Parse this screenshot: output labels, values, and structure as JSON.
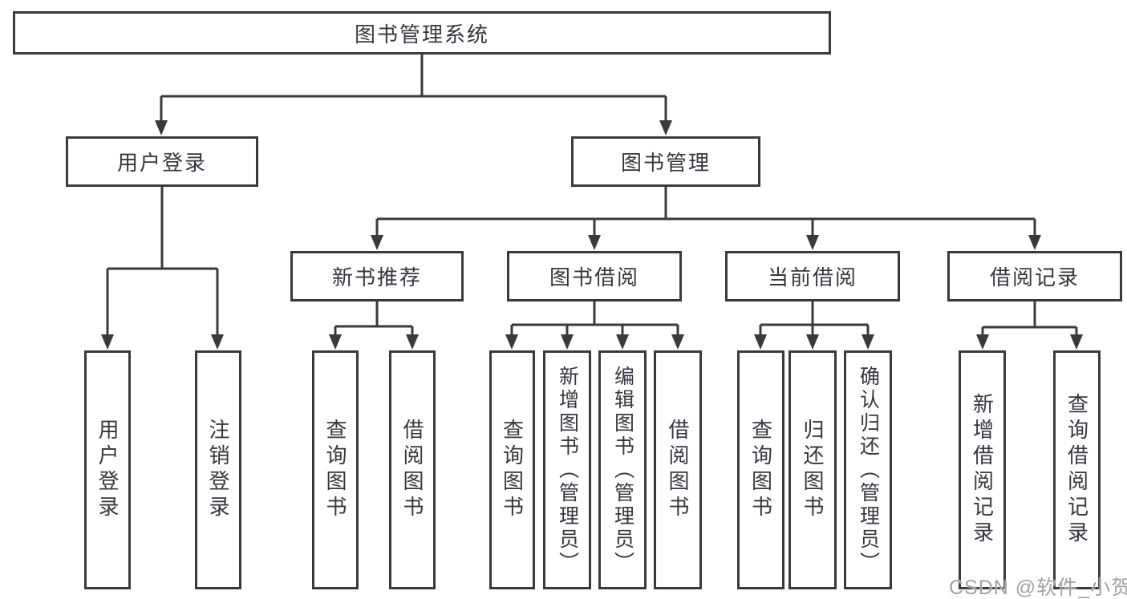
{
  "diagram": {
    "root": {
      "label": "图书管理系统"
    },
    "branches": [
      {
        "label": "用户登录",
        "leaves": [
          "用户登录",
          "注销登录"
        ]
      },
      {
        "label": "图书管理",
        "groups": [
          {
            "label": "新书推荐",
            "leaves": [
              "查询图书",
              "借阅图书"
            ]
          },
          {
            "label": "图书借阅",
            "leaves": [
              "查询图书",
              "新增图书（管理员）",
              "编辑图书（管理员）",
              "借阅图书"
            ]
          },
          {
            "label": "当前借阅",
            "leaves": [
              "查询图书",
              "归还图书",
              "确认归还（管理员）"
            ]
          },
          {
            "label": "借阅记录",
            "leaves": [
              "新增借阅记录",
              "查询借阅记录"
            ]
          }
        ]
      }
    ]
  },
  "watermark": "CSDN @软件_小贺同学",
  "colors": {
    "line": "#3a3a3c",
    "text": "#34373d",
    "watermark": "#a3a3a5",
    "background": "#ffffff"
  }
}
